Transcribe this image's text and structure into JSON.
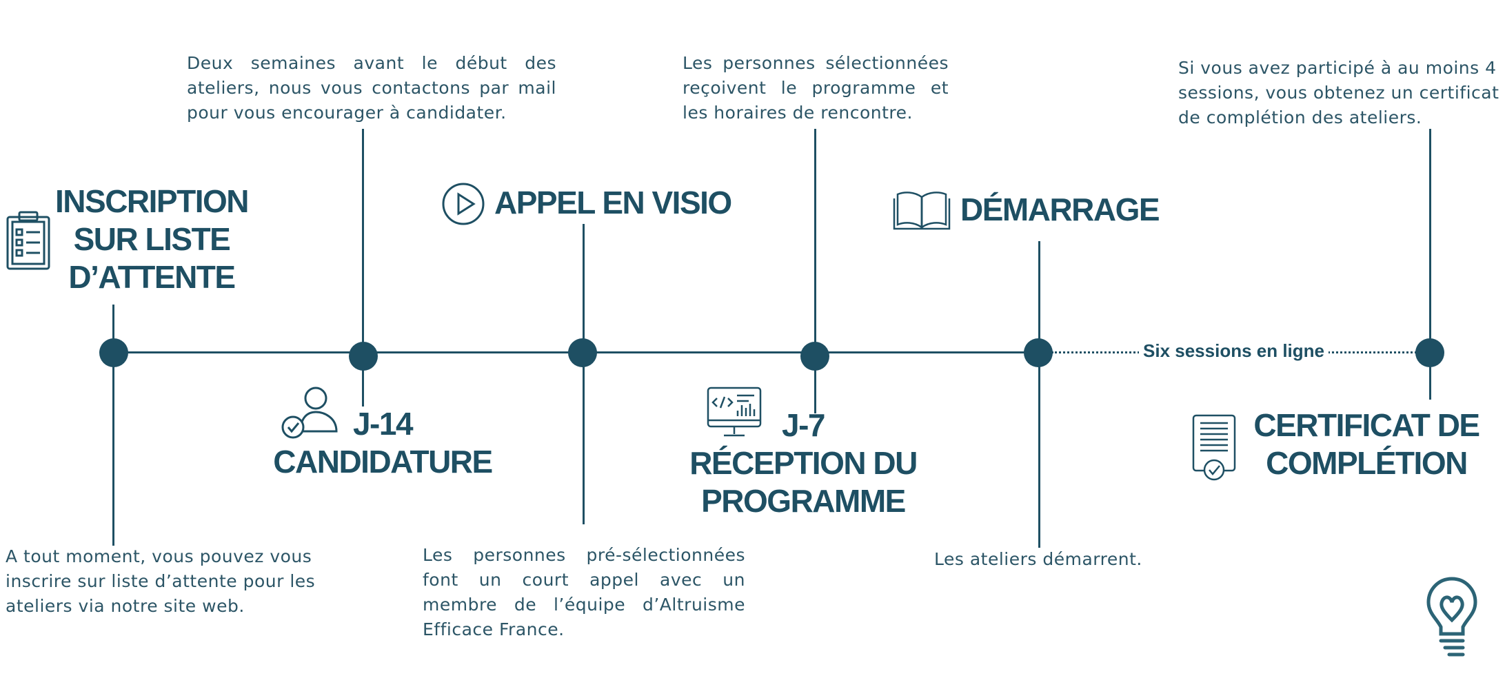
{
  "steps": {
    "inscription": {
      "title": [
        "INSCRIPTION",
        "SUR LISTE",
        "D’ATTENTE"
      ],
      "desc": "A tout moment, vous pouvez vous inscrire sur liste d’attente pour les ateliers via notre site web."
    },
    "candidature": {
      "title": [
        "J-14",
        "CANDIDATURE"
      ],
      "desc": "Deux semaines avant le début des ateliers, nous vous contactons par mail pour vous encourager à candidater."
    },
    "appel": {
      "title": [
        "APPEL EN VISIO"
      ],
      "desc": "Les personnes pré-sélectionnées font un court appel avec un membre de l’équipe d’Altruisme Efficace France."
    },
    "reception": {
      "title": [
        "J-7",
        "RÉCEPTION DU",
        "PROGRAMME"
      ],
      "desc": "Les personnes sélectionnées reçoivent le programme et les horaires de rencontre."
    },
    "demarrage": {
      "title": [
        "DÉMARRAGE"
      ],
      "desc": "Les ateliers démarrent."
    },
    "certificat": {
      "title": [
        "CERTIFICAT DE",
        "COMPLÉTION"
      ],
      "desc": "Si vous avez participé à au moins 4 sessions, vous obtenez un certificat de complétion des ateliers."
    }
  },
  "timeline": {
    "sessions_label": "Six sessions en ligne"
  },
  "icons": {
    "inscription": "clipboard-checklist-icon",
    "candidature": "user-check-icon",
    "appel": "play-circle-icon",
    "reception": "monitor-code-icon",
    "demarrage": "open-book-icon",
    "certificat": "certificate-document-icon",
    "logo": "lightbulb-heart-logo"
  },
  "colors": {
    "primary": "#1e4f63"
  }
}
